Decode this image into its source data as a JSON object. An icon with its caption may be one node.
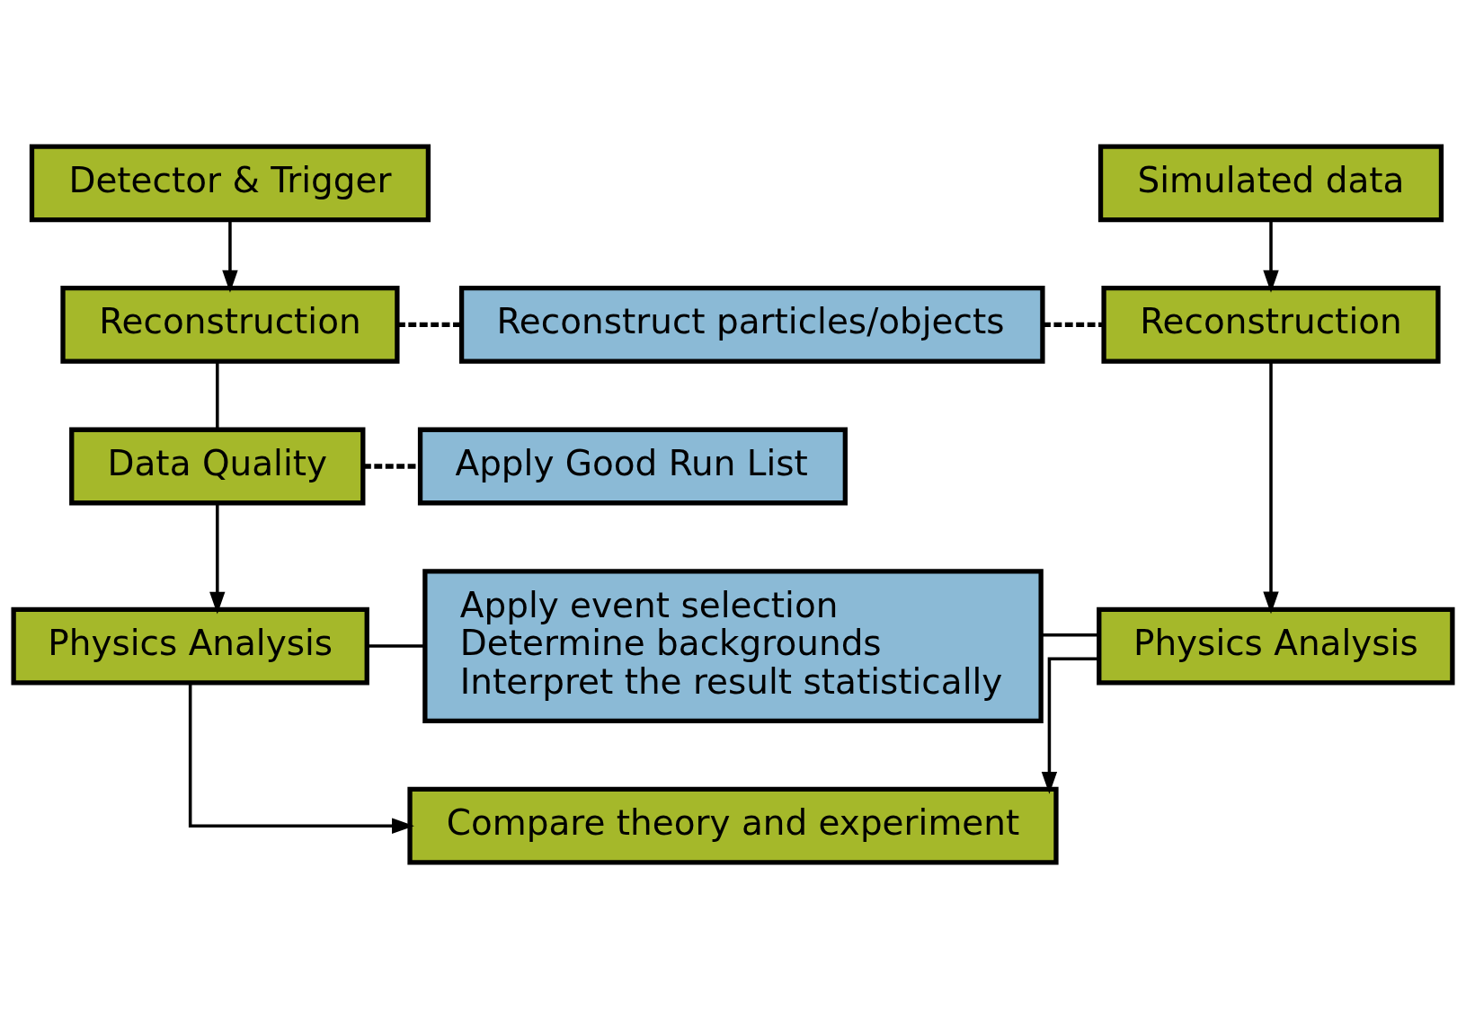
{
  "diagram": {
    "nodes": [
      {
        "text": [
          "Detector & Trigger"
        ]
      },
      {
        "text": [
          "Simulated data"
        ]
      },
      {
        "text": [
          "Reconstruction"
        ]
      },
      {
        "text": [
          "Reconstruct particles/objects"
        ]
      },
      {
        "text": [
          "Reconstruction"
        ]
      },
      {
        "text": [
          "Data Quality"
        ]
      },
      {
        "text": [
          "Apply Good Run List"
        ]
      },
      {
        "text": [
          "Physics Analysis"
        ]
      },
      {
        "text": [
          "Apply event selection",
          "Determine backgrounds",
          "Interpret the result statistically"
        ]
      },
      {
        "text": [
          "Physics Analysis"
        ]
      },
      {
        "text": [
          "Compare theory and experiment"
        ]
      }
    ],
    "edges": [
      {
        "from": 0,
        "to": 2,
        "arrow": "to"
      },
      {
        "from": 1,
        "to": 4,
        "arrow": "to"
      },
      {
        "from": 2,
        "to": 3,
        "arrow": "none",
        "style": "dashed"
      },
      {
        "from": 3,
        "to": 4,
        "arrow": "none",
        "style": "dashed"
      },
      {
        "from": 2,
        "to": 5,
        "arrow": "none"
      },
      {
        "from": 5,
        "to": 6,
        "arrow": "none",
        "style": "dashed"
      },
      {
        "from": 5,
        "to": 7,
        "arrow": "to"
      },
      {
        "from": 4,
        "to": 9,
        "arrow": "to"
      },
      {
        "from": 7,
        "to": 8,
        "arrow": "none"
      },
      {
        "from": 8,
        "to": 9,
        "arrow": "none"
      },
      {
        "from": 7,
        "to": 10,
        "arrow": "to"
      },
      {
        "from": 9,
        "to": 10,
        "arrow": "to"
      }
    ]
  }
}
